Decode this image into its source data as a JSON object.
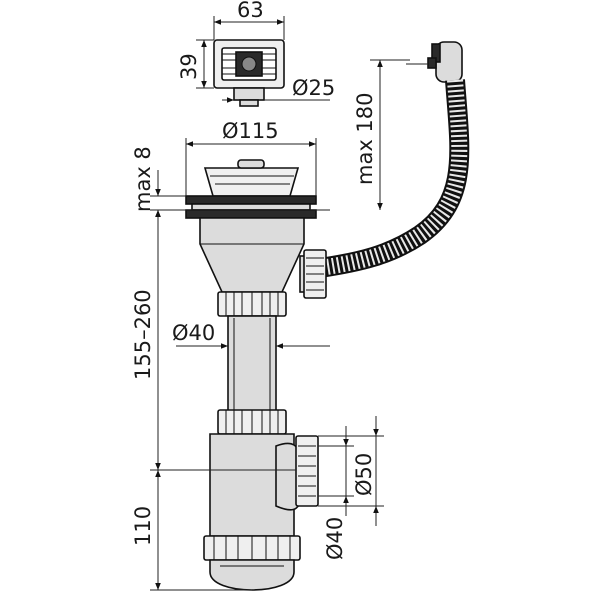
{
  "dimensions": {
    "overflow_width": "63",
    "overflow_height": "39",
    "overflow_outlet": "Ø25",
    "hose_max": "max 180",
    "strainer_diameter": "Ø115",
    "flange_max": "max 8",
    "tube_diameter": "Ø40",
    "height_range": "155–260",
    "outlet_diameter_50": "Ø50",
    "outlet_diameter_40": "Ø40",
    "trap_height": "110"
  },
  "colors": {
    "line": "#111111",
    "body_fill": "#dcdcdc",
    "light_fill": "#efefef",
    "dark_fill": "#2a2a2a"
  },
  "icons": [
    "arrow-icon"
  ]
}
